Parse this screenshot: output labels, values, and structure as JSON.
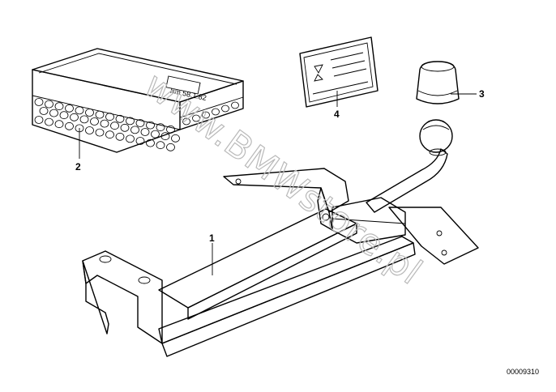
{
  "diagram": {
    "callouts": [
      {
        "id": "1",
        "label": "1"
      },
      {
        "id": "2",
        "label": "2"
      },
      {
        "id": "3",
        "label": "3"
      },
      {
        "id": "4",
        "label": "4"
      }
    ],
    "reference_number": "00009310",
    "watermark": "www.BMWstore.pl",
    "box_label": "Irm 58.1.82"
  }
}
